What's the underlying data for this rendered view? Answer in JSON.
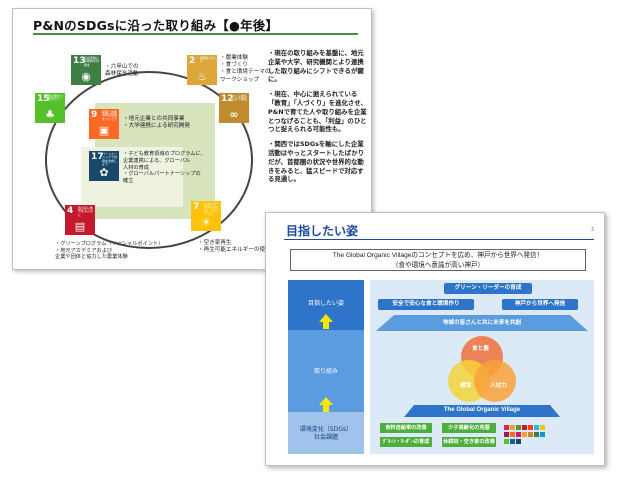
{
  "slide1": {
    "title": "P&NのSDGsに沿った取り組み【●年後】",
    "goals": [
      {
        "num": "13",
        "text": "気候変動に具体的な対策を",
        "color": "#3f7e44",
        "icon": "eye-globe-icon"
      },
      {
        "num": "2",
        "text": "飢餓をゼロに",
        "color": "#dda63a",
        "icon": "bowl-icon"
      },
      {
        "num": "12",
        "text": "つくる責任つかう責任",
        "color": "#bf8b2e",
        "icon": "infinity-icon"
      },
      {
        "num": "15",
        "text": "陸の豊かさも守ろう",
        "color": "#56c02b",
        "icon": "tree-icon"
      },
      {
        "num": "9",
        "text": "産業と技術革新の基盤をつくろう",
        "color": "#fd6925",
        "icon": "cubes-icon"
      },
      {
        "num": "17",
        "text": "パートナーシップで目標を達成しよう",
        "color": "#19486a",
        "icon": "flower-icon"
      },
      {
        "num": "4",
        "text": "質の高い教育をみんなに",
        "color": "#c5192d",
        "icon": "book-icon"
      },
      {
        "num": "7",
        "text": "エネルギーをみんなにそしてクリーンに",
        "color": "#fcc30b",
        "icon": "sun-icon"
      }
    ],
    "labels": {
      "goal13": "・六甲山での\n森林保全活動",
      "goal2": "・農業体験\n・食づくり\n・食と環境テーマの\nワークショップ",
      "goal9": "・地元企業との共同事業\n・大学連携による研究開発",
      "goal17": "・子ども教育領域のプログラムに、\n企業連携による、グローバル\n人材の育成\n・グローバルパートナーシップの\n確立",
      "goal4": "・グリーンプログラム（ソーシャルポイント）\n・地元アカデミアおよび\n企業や団体と協力した農業体験",
      "goal7": "・空き家再生\n・再生可能エネルギーの使用"
    },
    "right_text": [
      "・現在の取り組みを基盤に、地元企業や大学、研究機関とより連携した取り組みにシフトできるが鍵に。",
      "・現在、中心に据えられている「教育」「人づくり」を進化させ、P&Nで育てた人や取り組みを企業とつなげることも、「利益」のひとつと捉えられる可能性も。",
      "・関西ではSDGsを軸にした企業活動はやっとスタートしたばかりだが、首都圏の状況や世界的な動きをみると、猛スピードで対応する見通し。"
    ]
  },
  "slide2": {
    "title": "目指したい姿",
    "page_number": "3",
    "concept_line1": "The Global Organic Villageのコンセプトを広め、神戸から世界へ発信！",
    "concept_line2": "（食や環境へ意識が高い神戸）",
    "left_top_label": "目指したい姿",
    "left_mid_label": "取り組み",
    "left_bot_label1": "環境変化（SDGs）",
    "left_bot_label2": "社会課題",
    "green_leader": "グリーン・リーダーの育成",
    "safe_food": "安全で安心な食と環境作り",
    "kobe_world": "神戸から世界へ発信",
    "community": "地域の皆さんと共に未来を共創",
    "venn_food": "食と農",
    "venn_env": "環境",
    "venn_people": "人材力",
    "village": "The Global Organic Village",
    "issues": [
      "食料自給率の改善",
      "少子高齢化の克服",
      "ｸﾞﾘｰﾝ・ﾘｰﾀﾞｰの育成",
      "休耕田・空き家の改善"
    ],
    "colors": {
      "blue_dark": "#2e75c9",
      "blue_mid": "#5b9be0",
      "blue_light": "#9fc3ea",
      "green": "#4caf3b",
      "yellow": "#f5e800",
      "venn_red": "#f0703a",
      "venn_yellow": "#f5d43a",
      "venn_orange": "#f9a23a"
    }
  }
}
